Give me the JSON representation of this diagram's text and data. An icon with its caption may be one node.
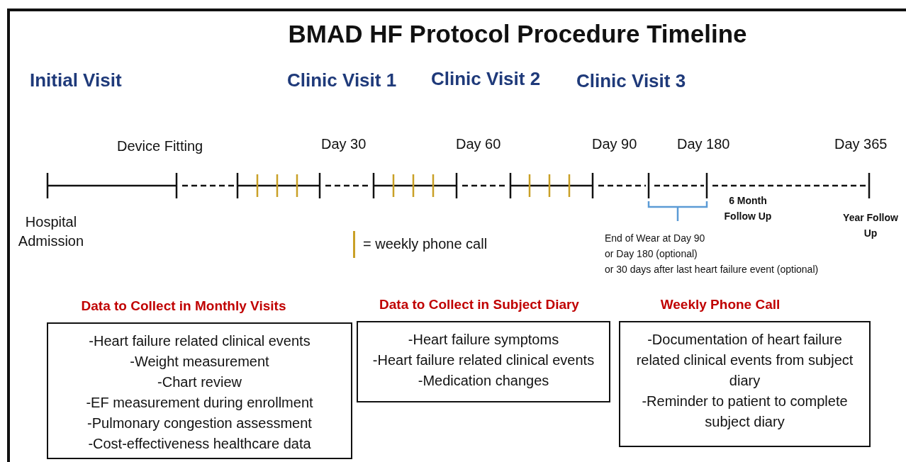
{
  "diagram": {
    "title": "BMAD HF Protocol Procedure Timeline",
    "nodes": [
      {
        "text": [
          "Data to Collect in Monthly Visits",
          "-Heart failure related clinical events",
          "-Weight measurement",
          "-Chart review",
          "-EF measurement during enrollment",
          "-Pulmonary congestion assessment",
          "-Cost-effectiveness healthcare data"
        ]
      },
      {
        "text": [
          "Data to Collect in Subject Diary",
          "-Heart failure symptoms",
          "-Heart failure related clinical events",
          "-Medication changes"
        ]
      },
      {
        "text": [
          "Weekly Phone Call",
          "-Documentation of heart failure related clinical events from subject diary",
          "-Reminder to patient to complete subject diary"
        ]
      }
    ],
    "labels": [
      "Initial Visit",
      "Clinic Visit 1",
      "Clinic Visit 2",
      "Clinic Visit 3",
      "Device Fitting",
      "Day 30",
      "Day 60",
      "Day 90",
      "Day 180",
      "Day 365",
      "Hospital Admission",
      "6 Month Follow Up",
      "Year Follow Up",
      "End of Wear at Day 90",
      "or Day 180 (optional)",
      "or 30 days after last heart failure event (optional)"
    ],
    "legend": [
      {
        "text": "= weekly phone call",
        "color": "#c9a027"
      }
    ]
  }
}
